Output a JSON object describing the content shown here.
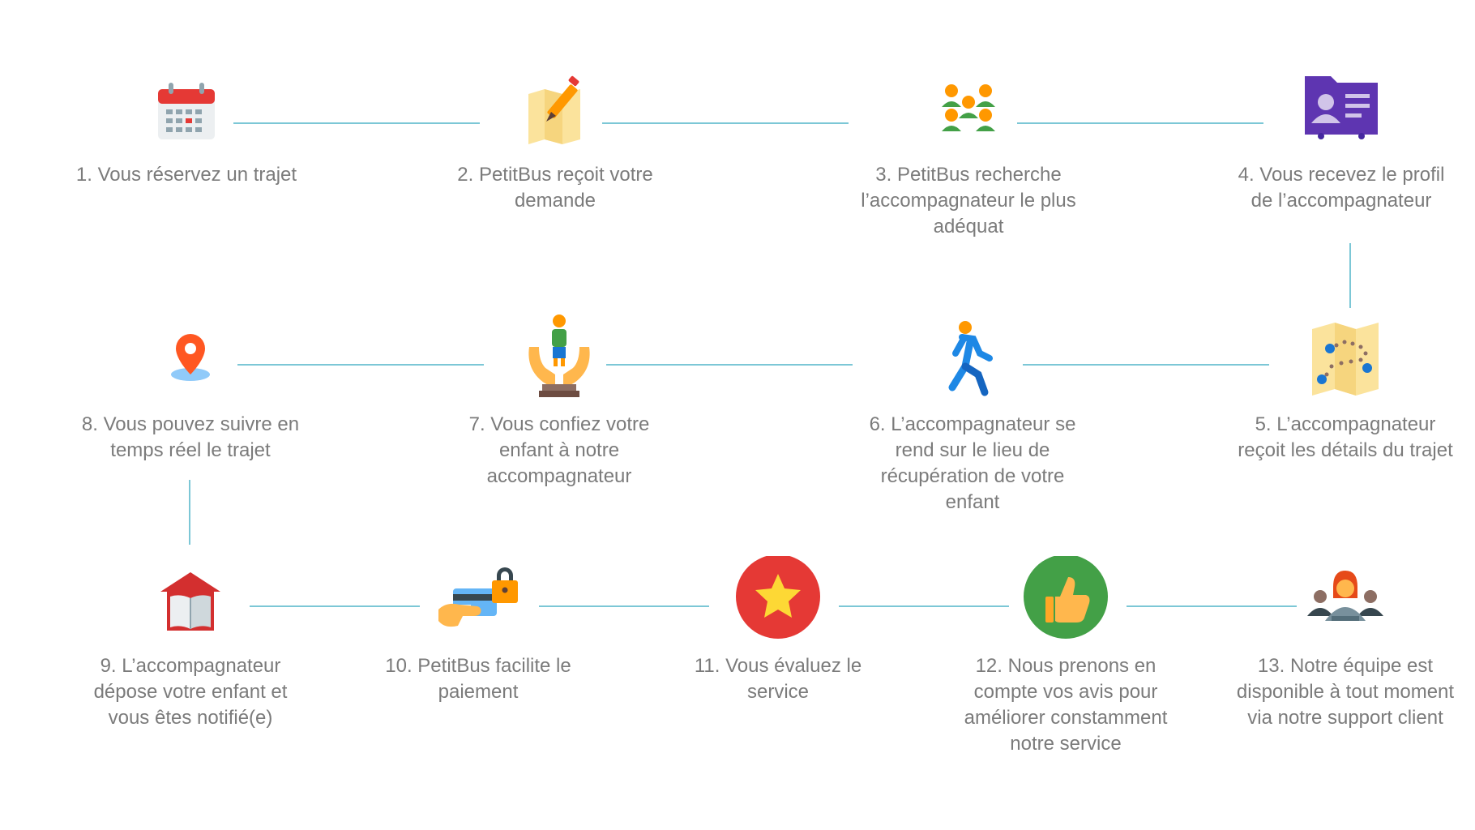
{
  "steps": [
    {
      "id": 1,
      "label": "1. Vous réservez un trajet",
      "icon": "calendar-icon"
    },
    {
      "id": 2,
      "label": "2. PetitBus reçoit votre demande",
      "icon": "map-pencil-icon"
    },
    {
      "id": 3,
      "label": "3. PetitBus recherche l’accompagnateur le plus adéquat",
      "icon": "group-people-icon"
    },
    {
      "id": 4,
      "label": "4. Vous recevez le profil de l’accompagnateur",
      "icon": "id-card-icon"
    },
    {
      "id": 5,
      "label": "5. L’accompagnateur reçoit les détails du trajet",
      "icon": "route-map-icon"
    },
    {
      "id": 6,
      "label": "6. L’accompagnateur se rend sur le lieu de récupération de votre enfant",
      "icon": "walking-person-icon"
    },
    {
      "id": 7,
      "label": "7. Vous confiez votre enfant à notre accompagnateur",
      "icon": "child-in-hands-icon"
    },
    {
      "id": 8,
      "label": "8. Vous pouvez suivre en temps réel le trajet",
      "icon": "location-pin-icon"
    },
    {
      "id": 9,
      "label": "9. L’accompagnateur dépose votre enfant et vous êtes notifié(e)",
      "icon": "school-book-icon"
    },
    {
      "id": 10,
      "label": "10. PetitBus facilite le paiement",
      "icon": "secure-payment-icon"
    },
    {
      "id": 11,
      "label": "11. Vous évaluez le service",
      "icon": "star-rating-icon"
    },
    {
      "id": 12,
      "label": "12. Nous prenons en compte vos avis pour améliorer constamment notre service",
      "icon": "thumbs-up-icon"
    },
    {
      "id": 13,
      "label": "13. Notre équipe est disponible à tout moment via notre support client",
      "icon": "support-team-icon"
    }
  ],
  "colors": {
    "connector": "#7cc7d6",
    "label_text": "#7b7b7b",
    "purple": "#5e35b1",
    "red": "#e53935",
    "green": "#43a047",
    "orange": "#ff9800",
    "yellow": "#fdd835",
    "blue": "#1976d2"
  }
}
